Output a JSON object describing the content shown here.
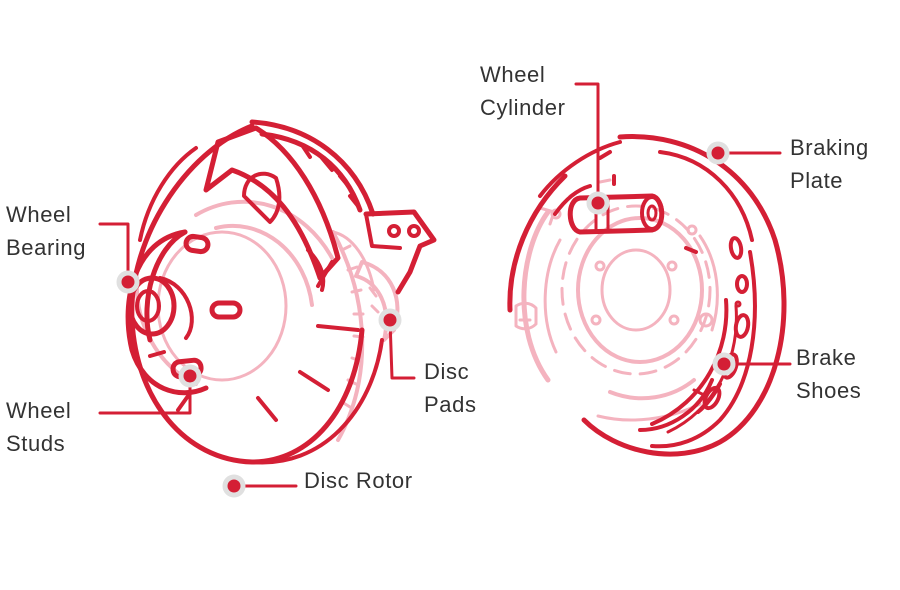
{
  "colors": {
    "primary": "#d41f35",
    "light": "#f4b3bf",
    "marker_halo": "#e0e0e0",
    "text": "#333333",
    "background": "#ffffff"
  },
  "labels": {
    "wheel_bearing": [
      "Wheel",
      "Bearing"
    ],
    "wheel_studs": [
      "Wheel",
      "Studs"
    ],
    "disc_rotor": [
      "Disc Rotor"
    ],
    "disc_pads": [
      "Disc",
      "Pads"
    ],
    "wheel_cylinder": [
      "Wheel",
      "Cylinder"
    ],
    "braking_plate": [
      "Braking",
      "Plate"
    ],
    "brake_shoes": [
      "Brake",
      "Shoes"
    ]
  }
}
